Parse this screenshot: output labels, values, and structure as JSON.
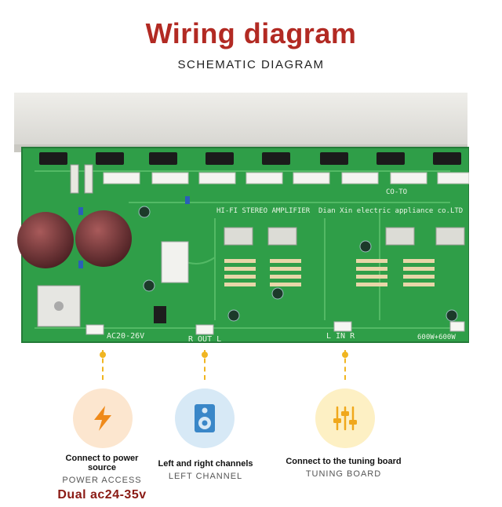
{
  "title": "Wiring diagram",
  "subtitle": "SCHEMATIC DIAGRAM",
  "board": {
    "label_ac": "AC20-26V",
    "label_rout": "R OUT L",
    "label_lin": "L IN R",
    "label_power": "600W+600W",
    "label_amp": "HI-FI STEREO AMPLIFIER",
    "label_maker": "Dian Xin electric appliance co.LTD",
    "label_coto": "CO-TO"
  },
  "colors": {
    "title": "#b22a23",
    "pcb": "#2f9e48",
    "connector": "#f0b521",
    "accent_volt": "#8a1a14"
  },
  "features": [
    {
      "icon": "lightning-icon",
      "title_line1": "Connect to power",
      "title_line2": "source",
      "subtitle": "POWER ACCESS",
      "extra": "Dual ac24-35v"
    },
    {
      "icon": "speaker-icon",
      "title": "Left and right channels",
      "subtitle": "LEFT CHANNEL"
    },
    {
      "icon": "sliders-icon",
      "title": "Connect to the tuning board",
      "subtitle": "TUNING BOARD"
    }
  ]
}
